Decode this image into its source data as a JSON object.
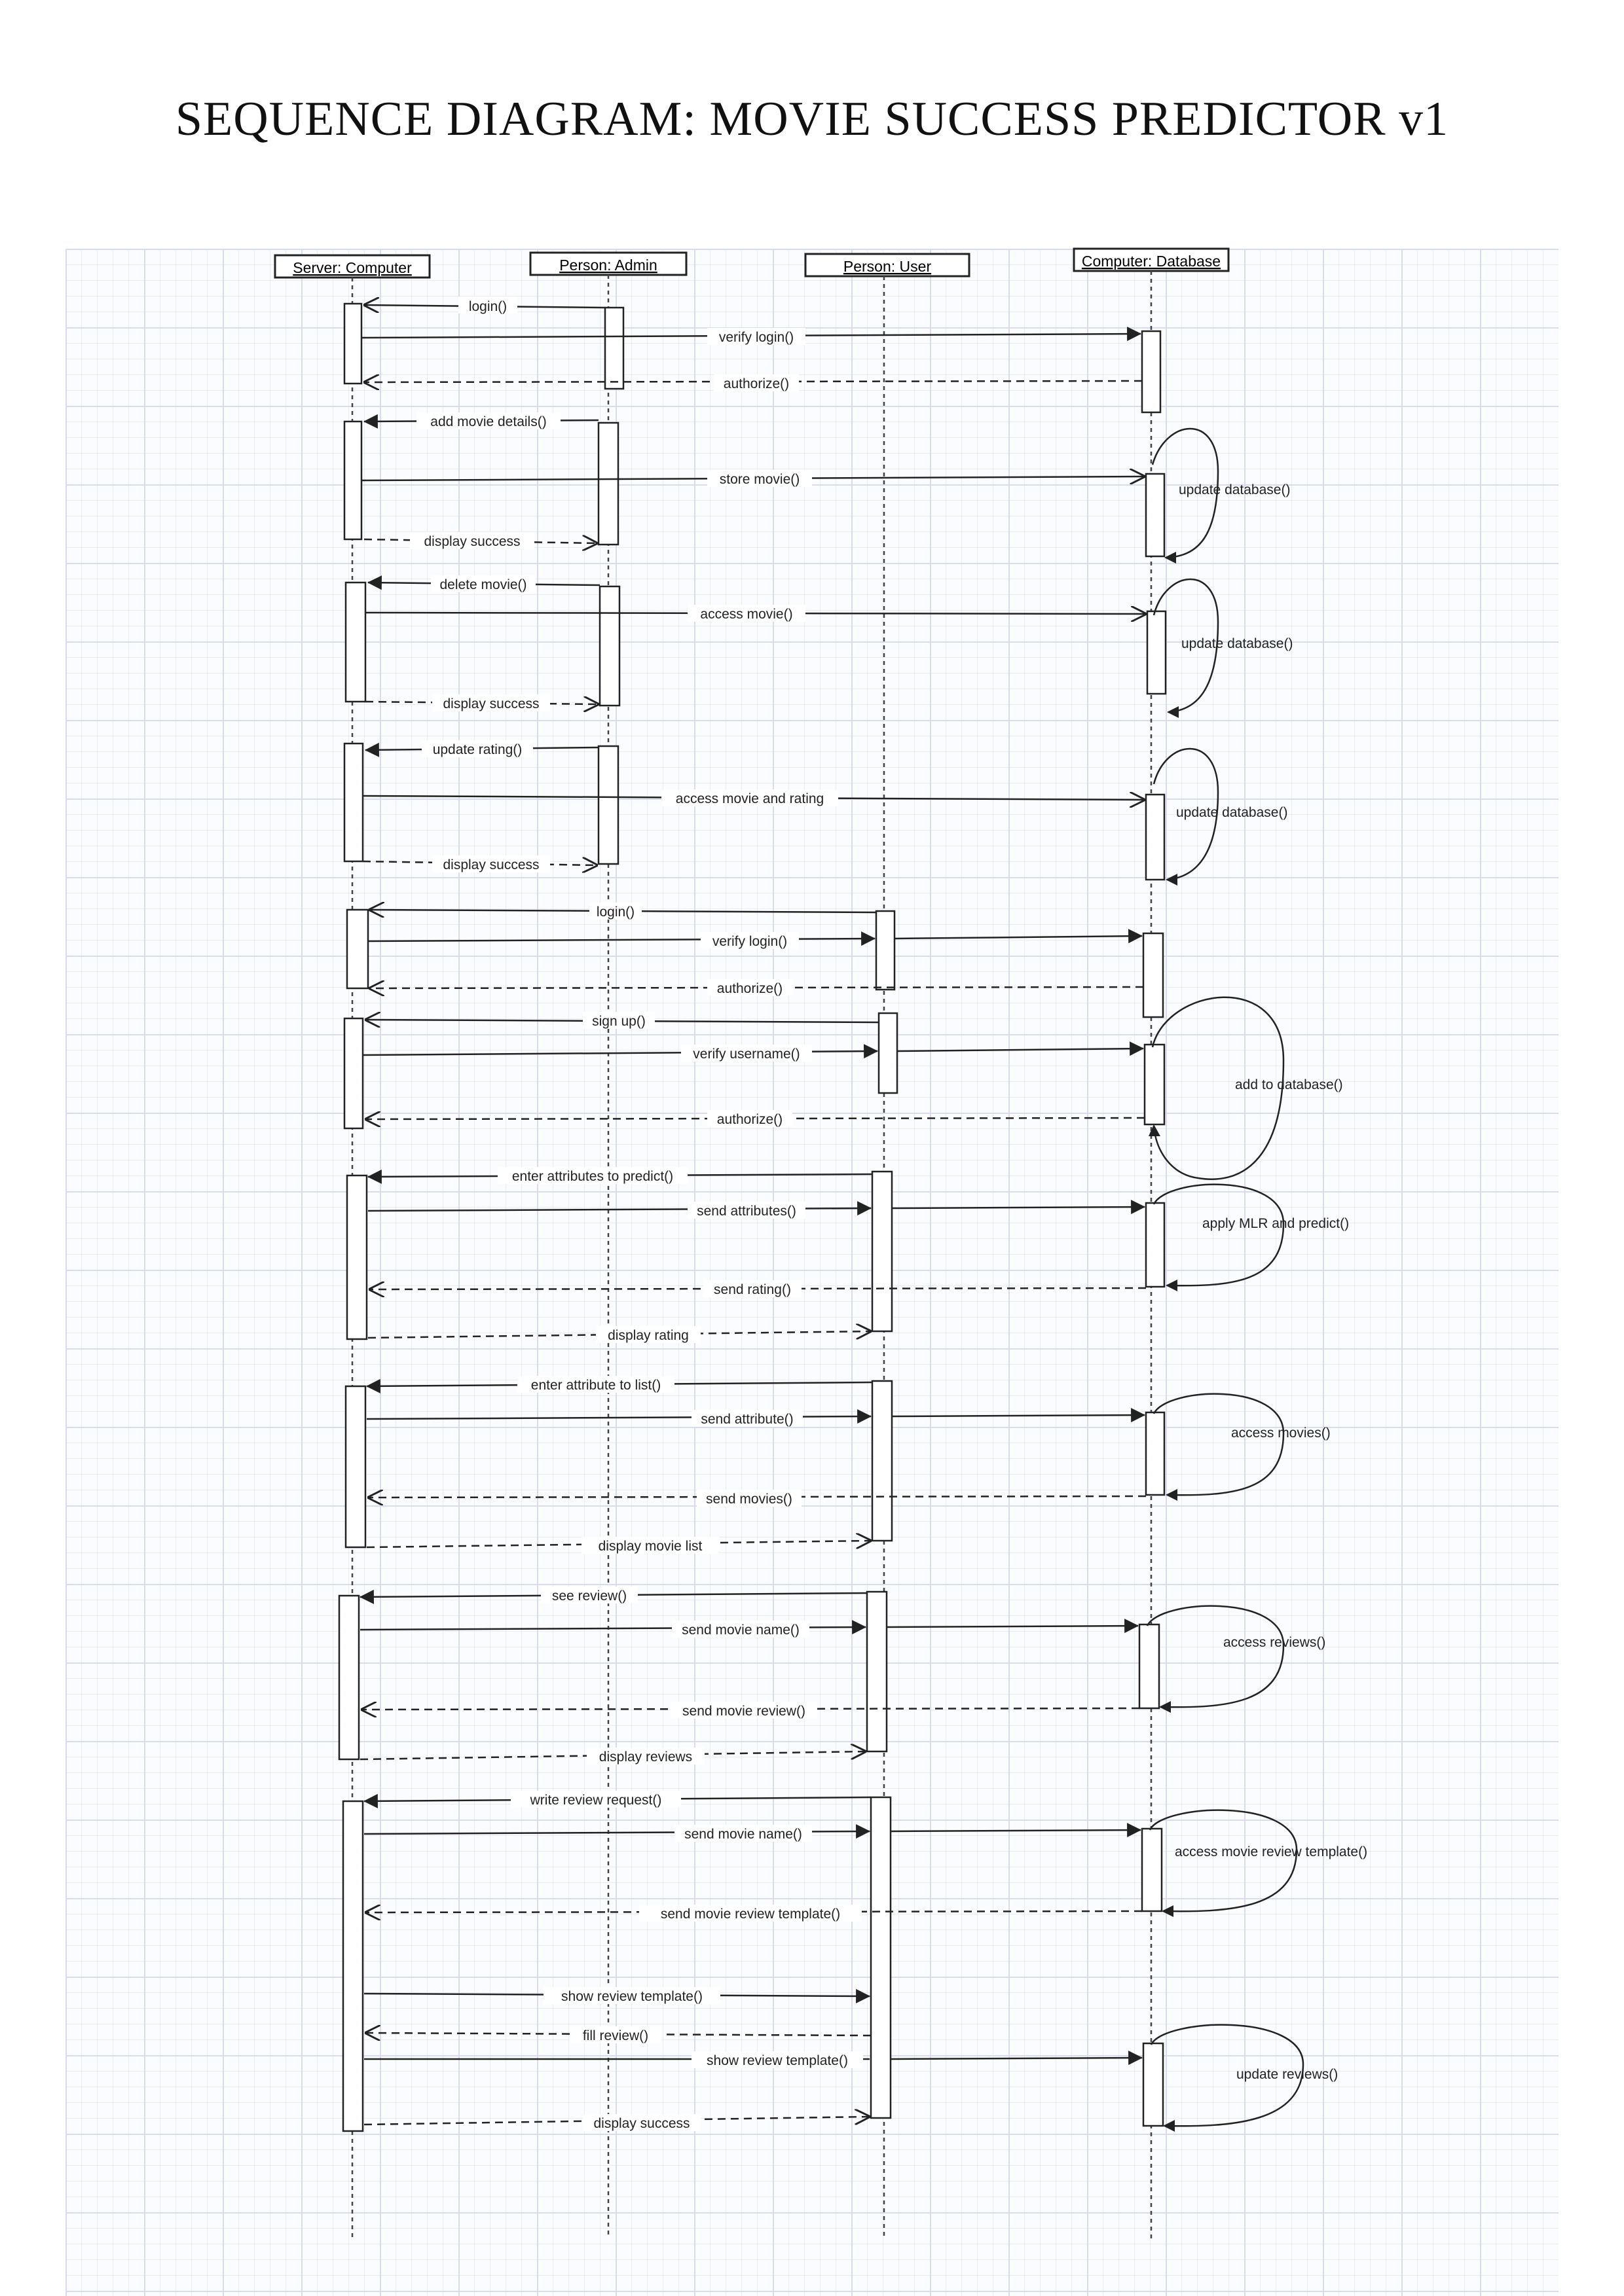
{
  "title": "SEQUENCE DIAGRAM: MOVIE SUCCESS PREDICTOR v1",
  "lifelines": [
    {
      "id": "server",
      "label": "Server: Computer"
    },
    {
      "id": "admin",
      "label": "Person: Admin"
    },
    {
      "id": "user",
      "label": "Person: User"
    },
    {
      "id": "db",
      "label": "Computer: Database"
    }
  ],
  "messages": [
    {
      "label": "login()"
    },
    {
      "label": "verify login()"
    },
    {
      "label": "authorize()"
    },
    {
      "label": "add movie details()"
    },
    {
      "label": "store movie()"
    },
    {
      "label": "update database()"
    },
    {
      "label": "display success"
    },
    {
      "label": "delete movie()"
    },
    {
      "label": "access movie()"
    },
    {
      "label": "update database()"
    },
    {
      "label": "display success"
    },
    {
      "label": "update rating()"
    },
    {
      "label": "access movie and rating"
    },
    {
      "label": "update database()"
    },
    {
      "label": "display success"
    },
    {
      "label": "login()"
    },
    {
      "label": "verify login()"
    },
    {
      "label": "authorize()"
    },
    {
      "label": "sign up()"
    },
    {
      "label": "verify username()"
    },
    {
      "label": "add to database()"
    },
    {
      "label": "authorize()"
    },
    {
      "label": "enter attributes to predict()"
    },
    {
      "label": "send attributes()"
    },
    {
      "label": "apply MLR and predict()"
    },
    {
      "label": "send rating()"
    },
    {
      "label": "display rating"
    },
    {
      "label": "enter attribute to list()"
    },
    {
      "label": "send attribute()"
    },
    {
      "label": "access movies()"
    },
    {
      "label": "send movies()"
    },
    {
      "label": "display movie list"
    },
    {
      "label": "see review()"
    },
    {
      "label": "send movie name()"
    },
    {
      "label": "access reviews()"
    },
    {
      "label": "send movie review()"
    },
    {
      "label": "display reviews"
    },
    {
      "label": "write review request()"
    },
    {
      "label": "send movie name()"
    },
    {
      "label": "access movie review template()"
    },
    {
      "label": "send movie review template()"
    },
    {
      "label": "show review template()"
    },
    {
      "label": "fill review()"
    },
    {
      "label": "show review template()"
    },
    {
      "label": "update reviews()"
    },
    {
      "label": "display success"
    }
  ]
}
